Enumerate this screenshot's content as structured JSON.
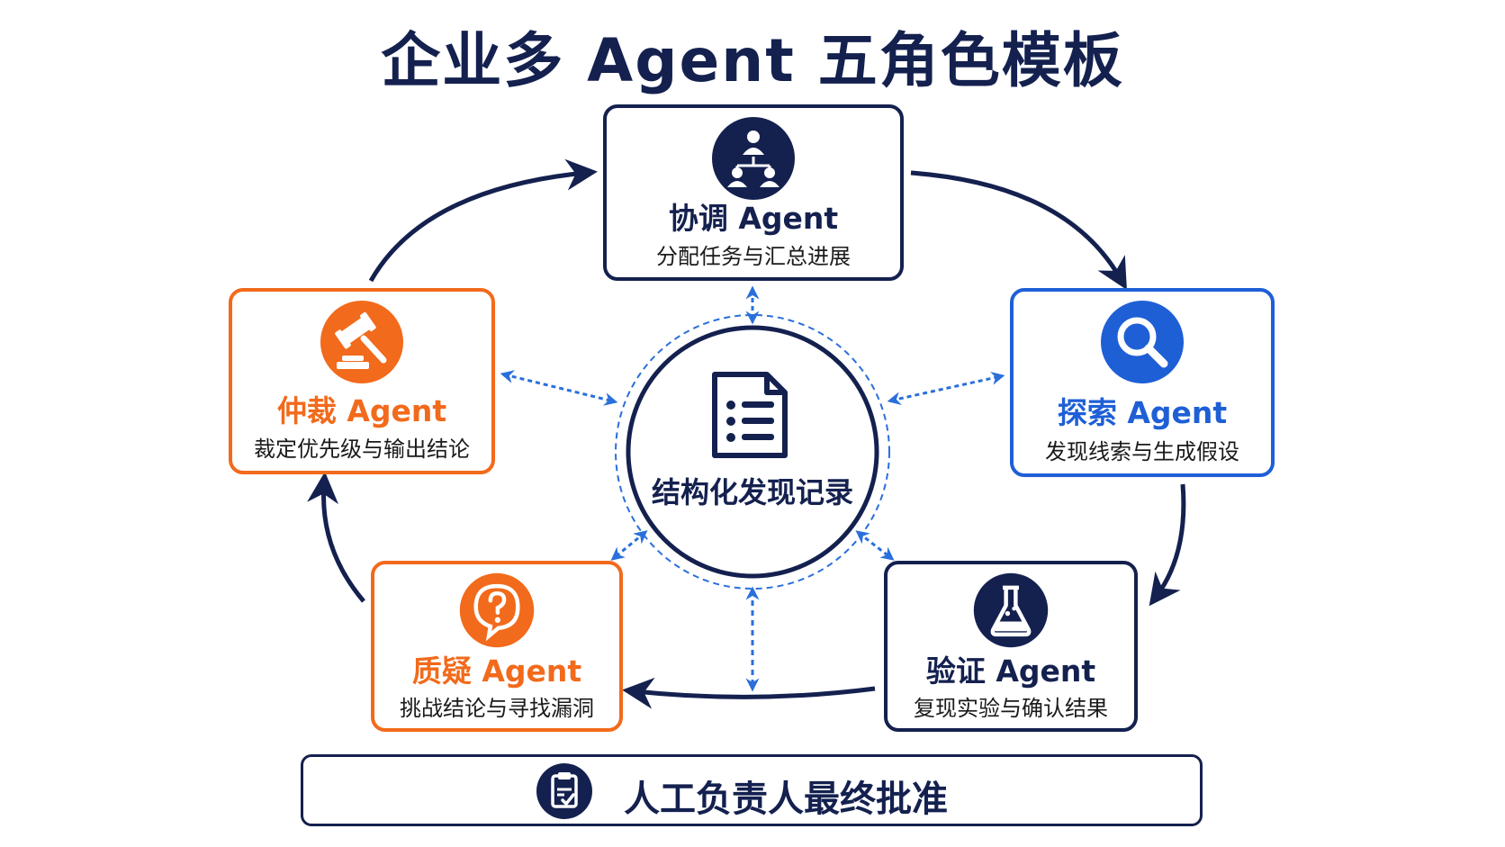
{
  "title": "企业多 Agent 五角色模板",
  "center": {
    "label": "结构化发现记录",
    "icon": "document-list-icon"
  },
  "agents": {
    "coordinator": {
      "name": "协调 Agent",
      "desc": "分配任务与汇总进展",
      "icon": "team-hierarchy-icon",
      "color": "#14214f"
    },
    "explorer": {
      "name": "探索 Agent",
      "desc": "发现线索与生成假设",
      "icon": "magnifier-icon",
      "color": "#1e5fd6"
    },
    "verifier": {
      "name": "验证 Agent",
      "desc": "复现实验与确认结果",
      "icon": "flask-icon",
      "color": "#14214f"
    },
    "questioner": {
      "name": "质疑 Agent",
      "desc": "挑战结论与寻找漏洞",
      "icon": "question-bubble-icon",
      "color": "#f26a1b"
    },
    "arbiter": {
      "name": "仲裁 Agent",
      "desc": "裁定优先级与输出结论",
      "icon": "gavel-icon",
      "color": "#f26a1b"
    }
  },
  "approval": {
    "label": "人工负责人最终批准",
    "icon": "clipboard-check-icon"
  },
  "colors": {
    "navy": "#14214f",
    "blue": "#1e5fd6",
    "orange": "#f26a1b",
    "dashed": "#2a6fdb"
  }
}
